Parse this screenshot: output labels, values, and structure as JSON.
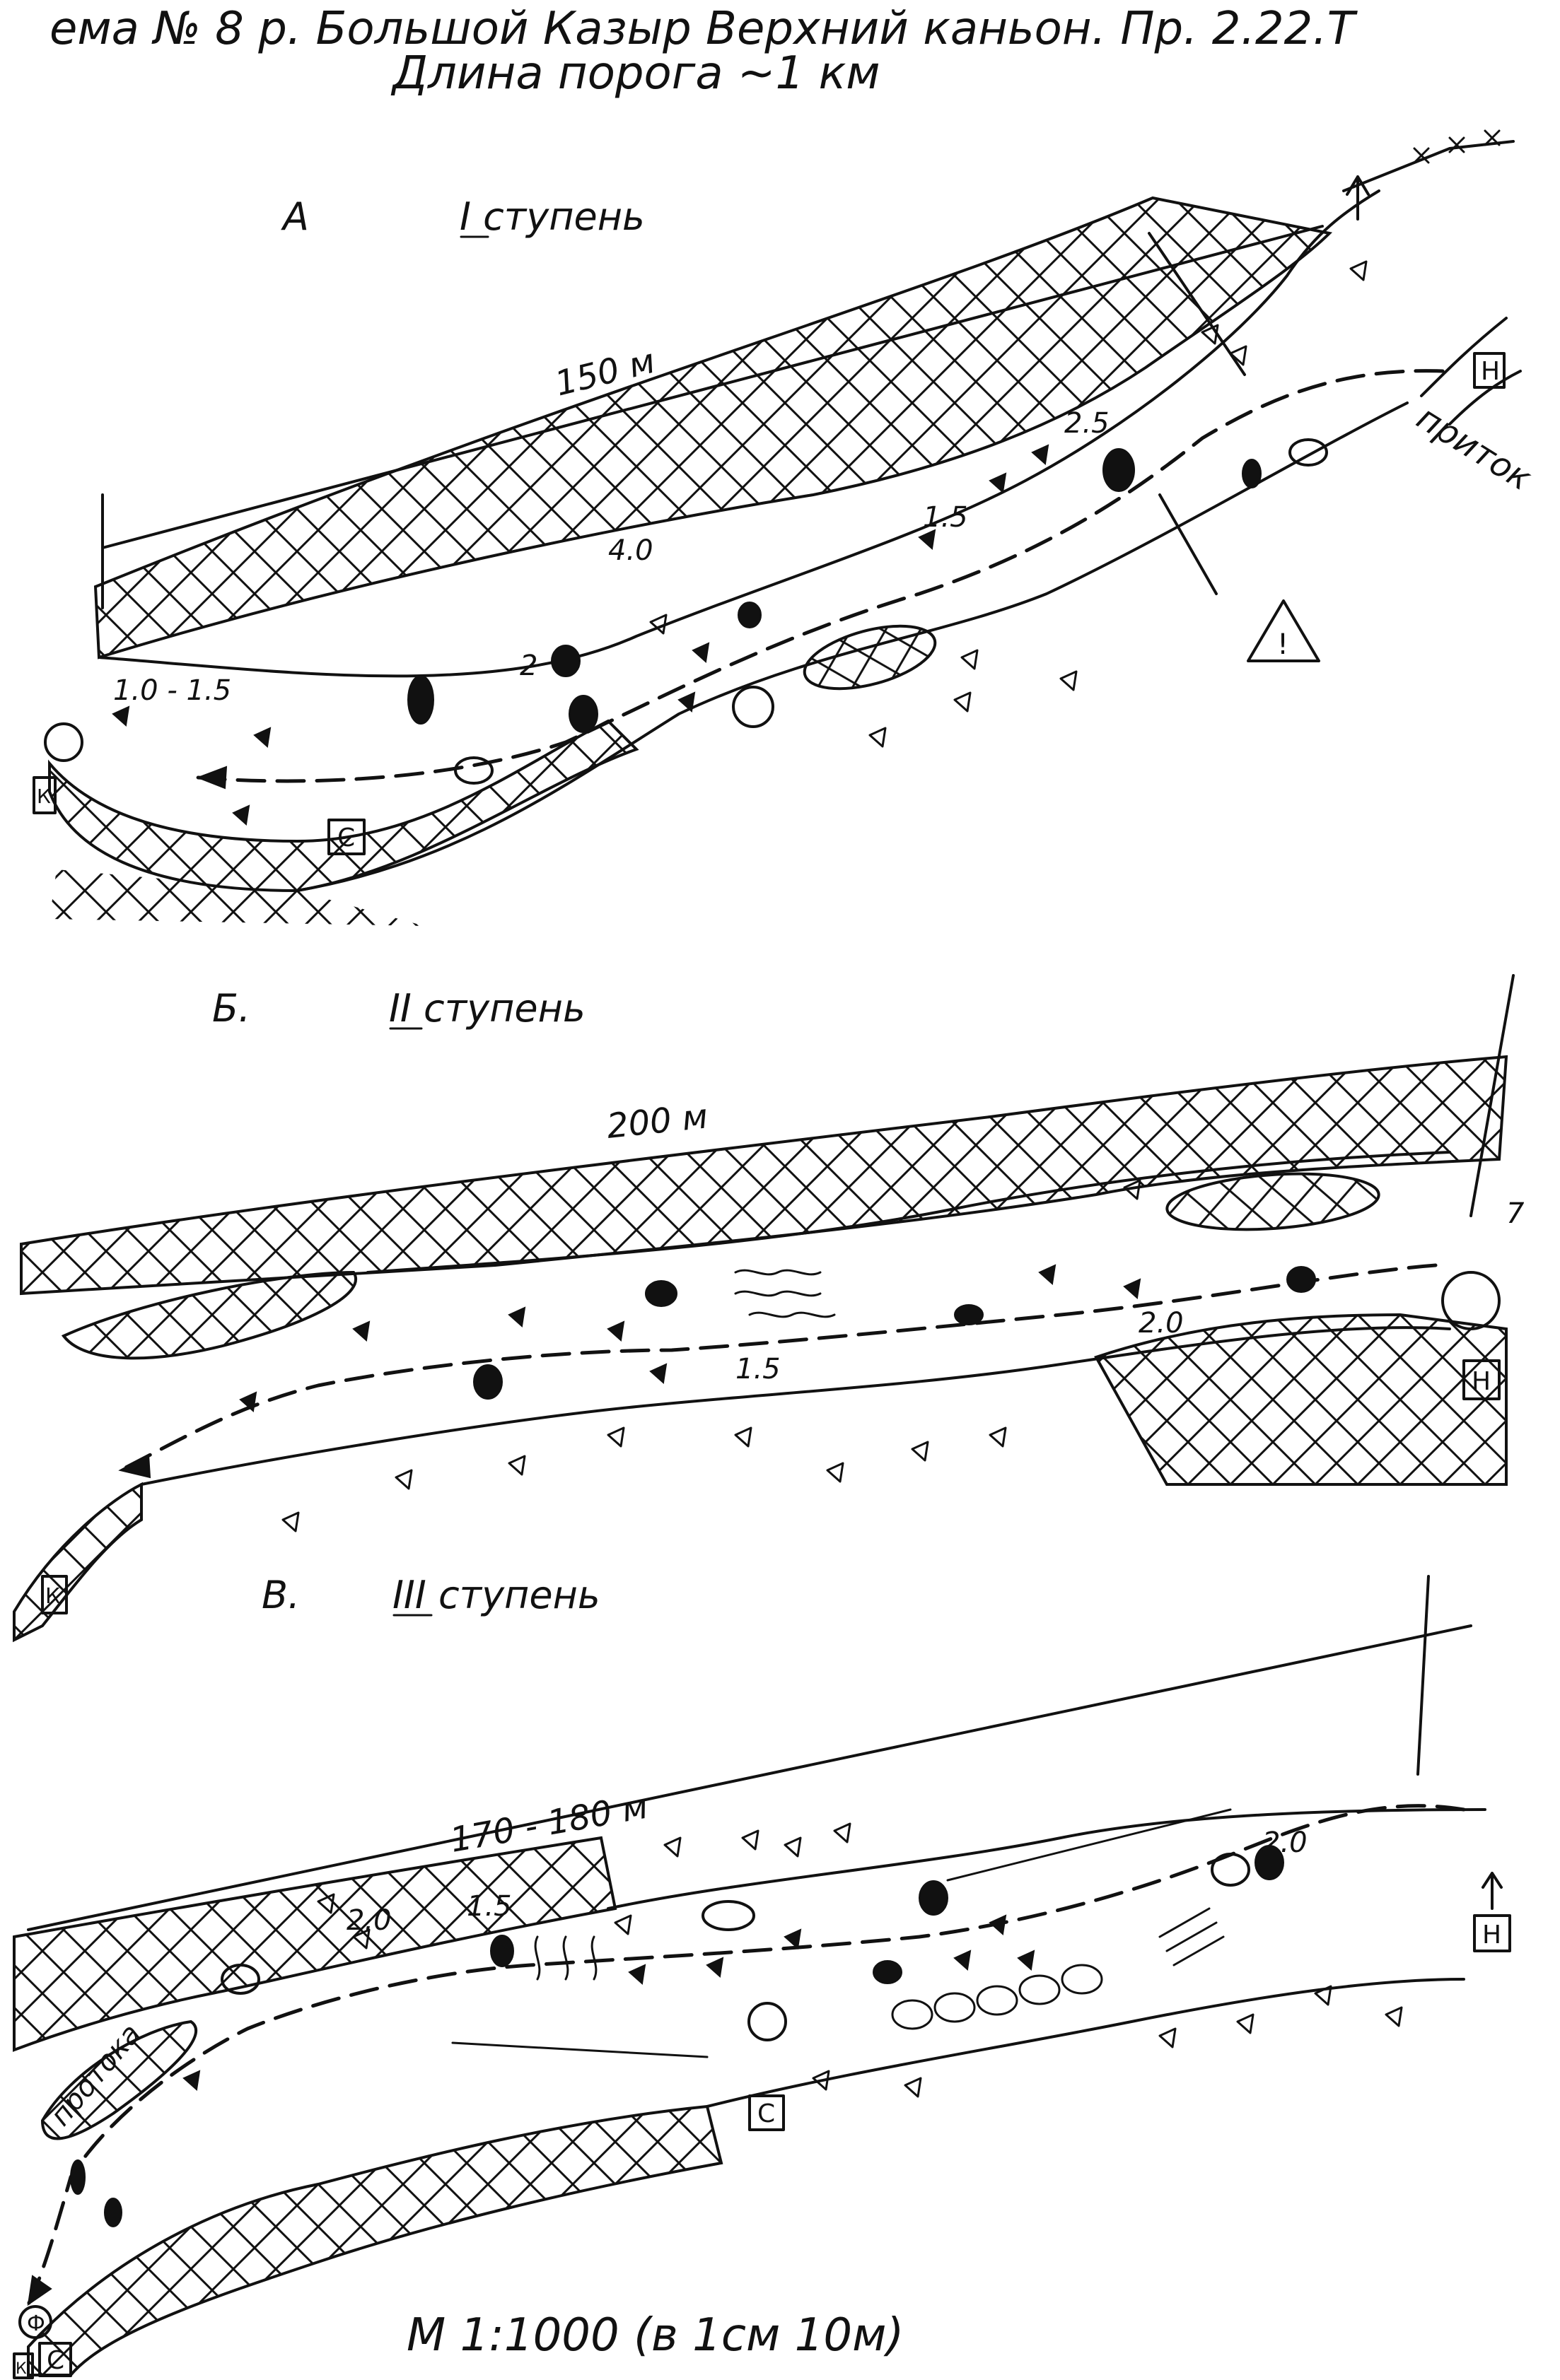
{
  "header": {
    "title_line1": "ема № 8  р. Большой Казыр Верхний каньон. Пр. 2.22.Т",
    "title_line2": "Длина порога ~1 км"
  },
  "section_a": {
    "letter": "А",
    "stage": "I ступень",
    "length": "150 м",
    "depths": [
      "2.5",
      "1.5",
      "4.0",
      "2",
      "1.0 - 1.5"
    ],
    "tributary": "приток",
    "markers": {
      "start": "Н",
      "safety": "С",
      "end": "К"
    }
  },
  "section_b": {
    "letter": "Б.",
    "stage": "II ступень",
    "length": "200 м",
    "depths": [
      "1.5",
      "2.0",
      "7"
    ],
    "markers": {
      "start": "Н",
      "end": "К"
    }
  },
  "section_c": {
    "letter": "В.",
    "stage": "III ступень",
    "length": "170 - 180 м",
    "depths": [
      "2.0",
      "1.5",
      "2.0"
    ],
    "channel": "протока",
    "markers": {
      "start": "Н",
      "safety": "С",
      "end": "К",
      "photo": "Ф"
    }
  },
  "footer": {
    "scale": "М 1:1000 (в 1см 10м)"
  },
  "colors": {
    "ink": "#111111",
    "paper": "#ffffff"
  }
}
